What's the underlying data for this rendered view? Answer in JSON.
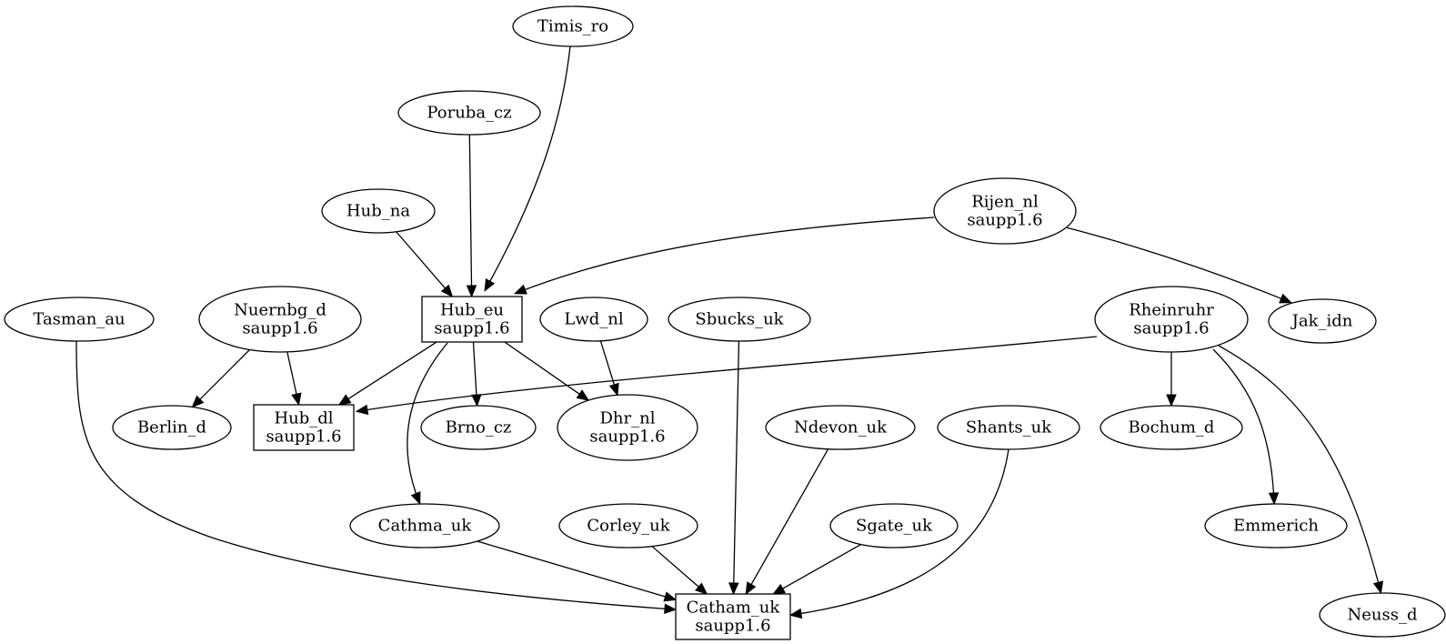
{
  "nodes": [
    {
      "id": "timis_ro",
      "shape": "ellipse",
      "lines": [
        "Timis_ro"
      ]
    },
    {
      "id": "poruba_cz",
      "shape": "ellipse",
      "lines": [
        "Poruba_cz"
      ]
    },
    {
      "id": "hub_na",
      "shape": "ellipse",
      "lines": [
        "Hub_na"
      ]
    },
    {
      "id": "rijen_nl",
      "shape": "ellipse",
      "lines": [
        "Rijen_nl",
        "saupp1.6"
      ]
    },
    {
      "id": "tasman_au",
      "shape": "ellipse",
      "lines": [
        "Tasman_au"
      ]
    },
    {
      "id": "nuernbg_d",
      "shape": "ellipse",
      "lines": [
        "Nuernbg_d",
        "saupp1.6"
      ]
    },
    {
      "id": "hub_eu",
      "shape": "box",
      "lines": [
        "Hub_eu",
        "saupp1.6"
      ]
    },
    {
      "id": "lwd_nl",
      "shape": "ellipse",
      "lines": [
        "Lwd_nl"
      ]
    },
    {
      "id": "sbucks_uk",
      "shape": "ellipse",
      "lines": [
        "Sbucks_uk"
      ]
    },
    {
      "id": "rheinruhr",
      "shape": "ellipse",
      "lines": [
        "Rheinruhr",
        "saupp1.6"
      ]
    },
    {
      "id": "jak_idn",
      "shape": "ellipse",
      "lines": [
        "Jak_idn"
      ]
    },
    {
      "id": "berlin_d",
      "shape": "ellipse",
      "lines": [
        "Berlin_d"
      ]
    },
    {
      "id": "hub_dl",
      "shape": "box",
      "lines": [
        "Hub_dl",
        "saupp1.6"
      ]
    },
    {
      "id": "brno_cz",
      "shape": "ellipse",
      "lines": [
        "Brno_cz"
      ]
    },
    {
      "id": "dhr_nl",
      "shape": "ellipse",
      "lines": [
        "Dhr_nl",
        "saupp1.6"
      ]
    },
    {
      "id": "ndevon_uk",
      "shape": "ellipse",
      "lines": [
        "Ndevon_uk"
      ]
    },
    {
      "id": "shants_uk",
      "shape": "ellipse",
      "lines": [
        "Shants_uk"
      ]
    },
    {
      "id": "bochum_d",
      "shape": "ellipse",
      "lines": [
        "Bochum_d"
      ]
    },
    {
      "id": "cathma_uk",
      "shape": "ellipse",
      "lines": [
        "Cathma_uk"
      ]
    },
    {
      "id": "corley_uk",
      "shape": "ellipse",
      "lines": [
        "Corley_uk"
      ]
    },
    {
      "id": "sgate_uk",
      "shape": "ellipse",
      "lines": [
        "Sgate_uk"
      ]
    },
    {
      "id": "emmerich",
      "shape": "ellipse",
      "lines": [
        "Emmerich"
      ]
    },
    {
      "id": "catham_uk",
      "shape": "box",
      "lines": [
        "Catham_uk",
        "saupp1.6"
      ]
    },
    {
      "id": "neuss_d",
      "shape": "ellipse",
      "lines": [
        "Neuss_d"
      ]
    }
  ],
  "edges": [
    {
      "from": "timis_ro",
      "to": "hub_eu"
    },
    {
      "from": "poruba_cz",
      "to": "hub_eu"
    },
    {
      "from": "hub_na",
      "to": "hub_eu"
    },
    {
      "from": "rijen_nl",
      "to": "hub_eu"
    },
    {
      "from": "rijen_nl",
      "to": "jak_idn"
    },
    {
      "from": "nuernbg_d",
      "to": "berlin_d"
    },
    {
      "from": "nuernbg_d",
      "to": "hub_dl"
    },
    {
      "from": "hub_eu",
      "to": "hub_dl"
    },
    {
      "from": "hub_eu",
      "to": "brno_cz"
    },
    {
      "from": "hub_eu",
      "to": "dhr_nl"
    },
    {
      "from": "hub_eu",
      "to": "cathma_uk"
    },
    {
      "from": "lwd_nl",
      "to": "dhr_nl"
    },
    {
      "from": "rheinruhr",
      "to": "hub_dl"
    },
    {
      "from": "rheinruhr",
      "to": "bochum_d"
    },
    {
      "from": "rheinruhr",
      "to": "emmerich"
    },
    {
      "from": "rheinruhr",
      "to": "neuss_d"
    },
    {
      "from": "tasman_au",
      "to": "catham_uk"
    },
    {
      "from": "sbucks_uk",
      "to": "catham_uk"
    },
    {
      "from": "ndevon_uk",
      "to": "catham_uk"
    },
    {
      "from": "shants_uk",
      "to": "catham_uk"
    },
    {
      "from": "cathma_uk",
      "to": "catham_uk"
    },
    {
      "from": "corley_uk",
      "to": "catham_uk"
    },
    {
      "from": "sgate_uk",
      "to": "catham_uk"
    }
  ]
}
